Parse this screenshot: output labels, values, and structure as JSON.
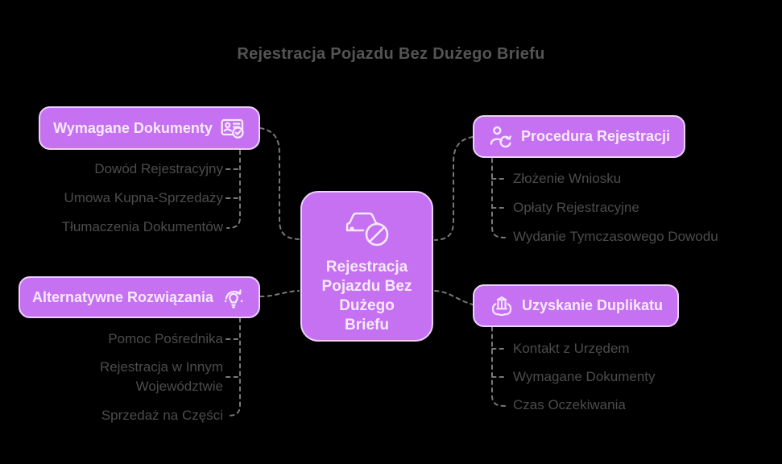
{
  "title": "Rejestracja Pojazdu Bez Dużego Briefu",
  "center": {
    "label": "Rejestracja\nPojazdu Bez\nDużego\nBriefu",
    "icon": "car-ban-icon"
  },
  "branches": [
    {
      "id": "wymagane-dokumenty",
      "label": "Wymagane Dokumenty",
      "icon": "id-card-check-icon",
      "icon_side": "right",
      "children": [
        "Dowód Rejestracyjny",
        "Umowa Kupna-Sprzedaży",
        "Tłumaczenia Dokumentów"
      ]
    },
    {
      "id": "procedura-rejestracji",
      "label": "Procedura Rejestracji",
      "icon": "user-refresh-icon",
      "icon_side": "left",
      "children": [
        "Złożenie Wniosku",
        "Opłaty Rejestracyjne",
        "Wydanie Tymczasowego Dowodu"
      ]
    },
    {
      "id": "alternatywne-rozwiazania",
      "label": "Alternatywne Rozwiązania",
      "icon": "lightbulb-refresh-icon",
      "icon_side": "right",
      "children": [
        "Pomoc Pośrednika",
        "Rejestracja w Innym\nWojewództwie",
        "Sprzedaż na Części"
      ]
    },
    {
      "id": "uzyskanie-duplikatu",
      "label": "Uzyskanie Duplikatu",
      "icon": "building-hands-icon",
      "icon_side": "left",
      "children": [
        "Kontakt z Urzędem",
        "Wymagane Dokumenty",
        "Czas Oczekiwania"
      ]
    }
  ],
  "colors": {
    "background": "#000000",
    "node_fill": "#c571f1",
    "node_border": "#ecd2fb",
    "node_text": "#f6e9fe",
    "leaf_text": "#4c4c4c",
    "title_text": "#545454",
    "connector": "#787878"
  }
}
